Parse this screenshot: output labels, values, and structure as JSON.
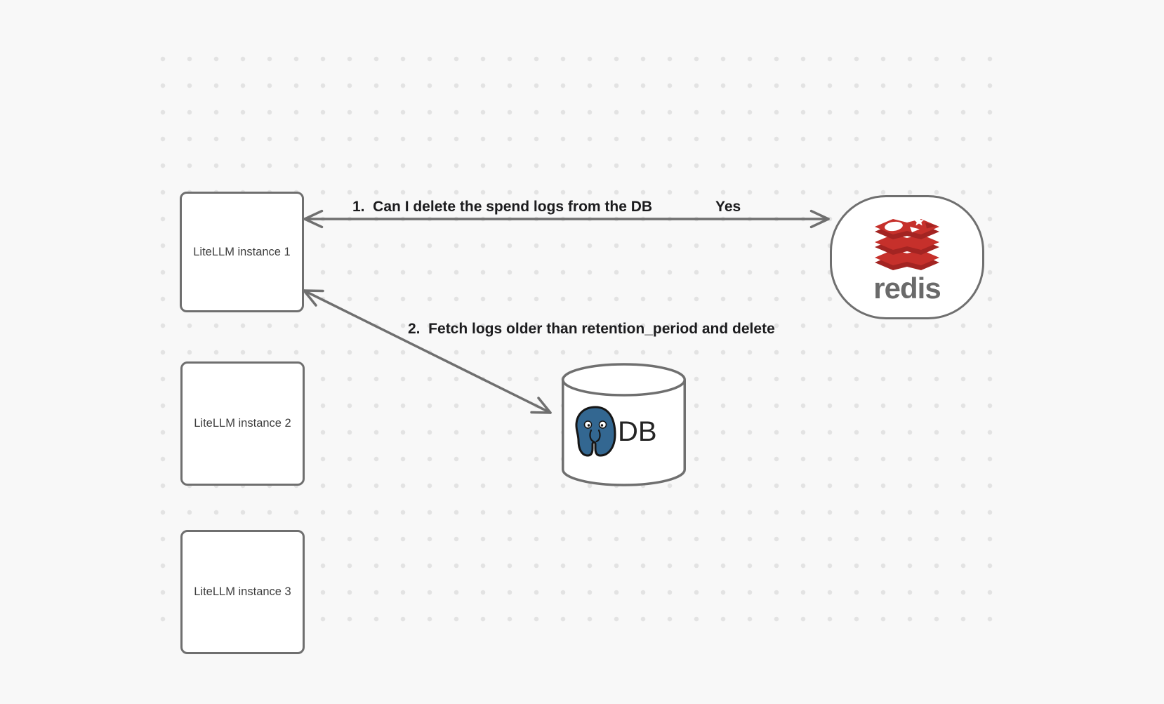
{
  "canvas": {
    "background_color": "#f8f8f8",
    "dot_color": "#e3e3e3"
  },
  "nodes": {
    "litellm_instances": [
      {
        "label": "LiteLLM instance 1"
      },
      {
        "label": "LiteLLM instance 2"
      },
      {
        "label": "LiteLLM instance 3"
      }
    ],
    "redis": {
      "label": "redis",
      "logo": "redis-stack-logo",
      "logo_red": "#c6302b",
      "logo_dark_red": "#a32422",
      "wordmark_color": "#6a6a6a"
    },
    "db": {
      "label": "DB",
      "logo": "postgresql-elephant-logo",
      "logo_blue": "#336791"
    }
  },
  "edges": [
    {
      "label": "1.  Can I delete the spend logs from the DB",
      "response_label": "Yes",
      "from": "redis",
      "to": "LiteLLM instance 1",
      "style": "double-headed"
    },
    {
      "label": "2.  Fetch logs older than retention_period and delete",
      "from": "LiteLLM instance 1",
      "to": "DB",
      "style": "double-headed"
    }
  ],
  "colors": {
    "stroke": "#6f6f6f",
    "node_fill": "#ffffff",
    "node_text": "#3f3f3f",
    "edge_label_text": "#1c1c1e"
  }
}
